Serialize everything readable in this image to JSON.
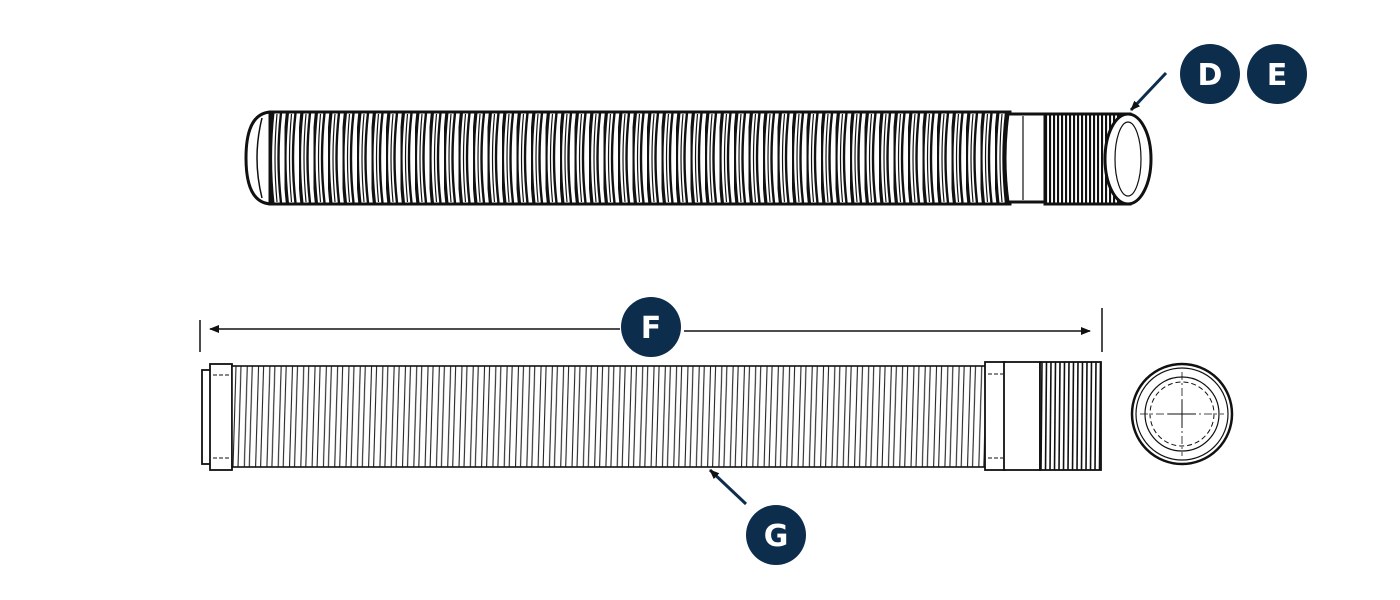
{
  "callouts": {
    "d": {
      "label": "D"
    },
    "e": {
      "label": "E"
    },
    "f": {
      "label": "F"
    },
    "g": {
      "label": "G"
    }
  },
  "colors": {
    "callout_fill": "#0d2d4d",
    "callout_text": "#ffffff",
    "line": "#111111",
    "background": "#ffffff"
  }
}
